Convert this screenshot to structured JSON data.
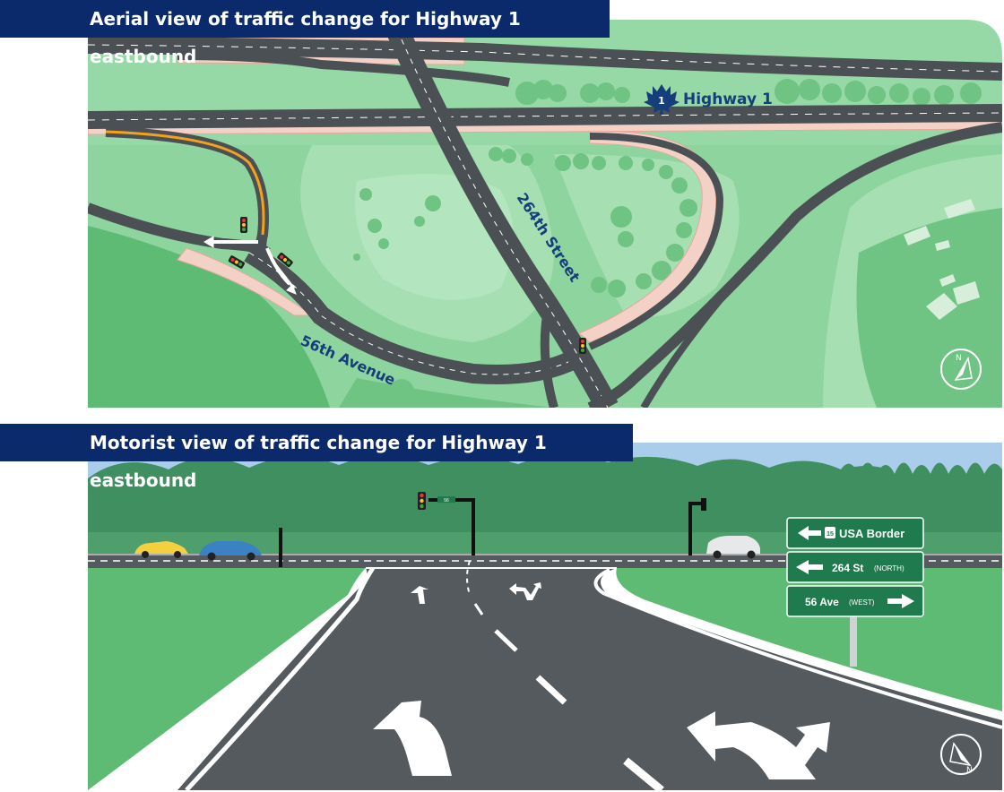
{
  "aerial": {
    "title": "Aerial view of traffic change for Highway 1 eastbound",
    "highway_label": "Highway 1",
    "highway_shield_number": "1",
    "street_label_264": "264th Street",
    "avenue_label_56": "56th Avenue",
    "compass_letter": "N"
  },
  "motorist": {
    "title": "Motorist view of traffic change for Highway 1 eastbound",
    "street_sign_text": "56",
    "sign_usa_border": "USA Border",
    "sign_usa_shield": "15",
    "sign_264_main": "264 St",
    "sign_264_dir": "(NORTH)",
    "sign_56_main": "56 Ave",
    "sign_56_dir": "(WEST)",
    "compass_letter": "N"
  },
  "colors": {
    "title_bar": "#0b2a6b",
    "sign_green": "#1f7a4d",
    "grass": "#8ed49e",
    "road": "#555a5e",
    "label_blue": "#163e7a"
  },
  "icons": [
    "maple-leaf-shield-icon",
    "traffic-light-icon",
    "compass-icon",
    "left-arrow-icon",
    "right-arrow-icon",
    "left-turn-arrow-icon",
    "left-straight-arrow-icon",
    "car-icon"
  ]
}
